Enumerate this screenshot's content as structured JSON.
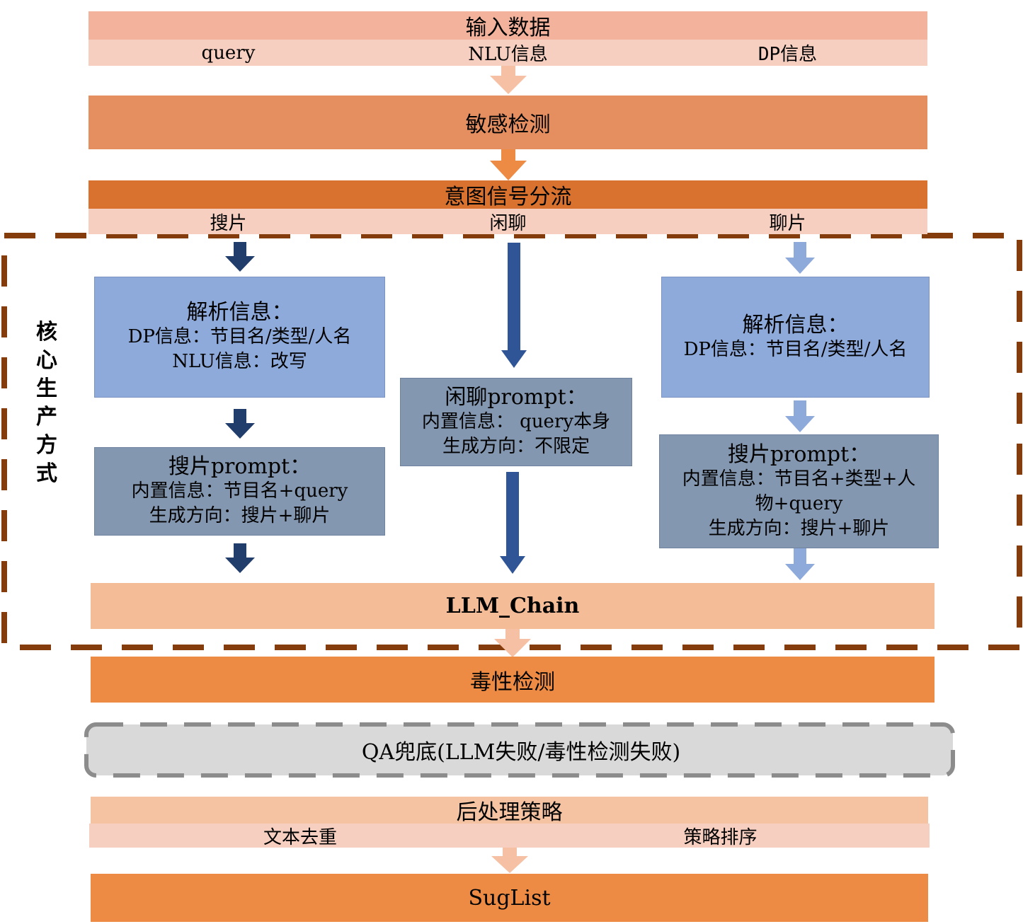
{
  "input": {
    "title": "输入数据",
    "items": [
      "query",
      "NLU信息",
      "DP信息"
    ]
  },
  "sensitive": {
    "title": "敏感检测"
  },
  "intent": {
    "title": "意图信号分流",
    "items": [
      "搜片",
      "闲聊",
      "聊片"
    ]
  },
  "core": {
    "label": "核心生产方式"
  },
  "left": {
    "parse": {
      "title": "解析信息：",
      "lines": [
        "DP信息：节目名/类型/人名",
        "NLU信息：改写"
      ]
    },
    "prompt": {
      "title": "搜片prompt：",
      "lines": [
        "内置信息：节目名+query",
        "生成方向：搜片+聊片"
      ]
    }
  },
  "middle": {
    "prompt": {
      "title": "闲聊prompt：",
      "lines": [
        "内置信息： query本身",
        "生成方向：不限定"
      ]
    }
  },
  "right": {
    "parse": {
      "title": "解析信息：",
      "lines": [
        "DP信息：节目名/类型/人名"
      ]
    },
    "prompt": {
      "title": "搜片prompt：",
      "lines": [
        "内置信息：节目名+类型+人",
        "物+query",
        "生成方向：搜片+聊片"
      ]
    }
  },
  "llm": {
    "title": "LLM_Chain"
  },
  "toxic": {
    "title": "毒性检测"
  },
  "qa": {
    "title": "QA兜底(LLM失败/毒性检测失败)"
  },
  "post": {
    "title": "后处理策略",
    "items": [
      "文本去重",
      "策略排序"
    ]
  },
  "output": {
    "title": "SugList"
  },
  "colors": {
    "input": "#f2b29b",
    "input_sub": "#f6cfc0",
    "sensitive": "#e58f61",
    "intent": "#d8722e",
    "light_blue": "#8eaadb",
    "slate_blue": "#8497b0",
    "dark_navy": "#213d6b",
    "mid_blue": "#2f5597",
    "llm": "#f5bd97",
    "toxic": "#ed8b45",
    "post": "#f5c3a2",
    "output": "#ed8b45",
    "dash_brown": "#843c0c",
    "qa_fill": "#d9d9d9",
    "qa_dash": "#8c8c8c"
  }
}
